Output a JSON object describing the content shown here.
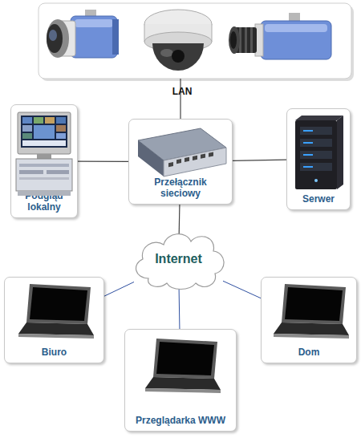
{
  "diagram": {
    "nodes": [
      {
        "text": [
          "Podgląd lokalny"
        ]
      },
      {
        "text": [
          "Przełącznik sieciowy"
        ]
      },
      {
        "text": [
          "Serwer"
        ]
      },
      {
        "text": [
          "Internet"
        ]
      },
      {
        "text": [
          "Biuro"
        ]
      },
      {
        "text": [
          "Dom"
        ]
      },
      {
        "text": [
          "Przeglądarka WWW"
        ]
      }
    ],
    "edges": [
      {
        "from": 0,
        "to": 1,
        "arrow": "none"
      },
      {
        "from": 1,
        "to": 2,
        "arrow": "none"
      },
      {
        "from": 1,
        "to": 3,
        "arrow": "none"
      },
      {
        "from": 3,
        "to": 4,
        "arrow": "none"
      },
      {
        "from": 3,
        "to": 6,
        "arrow": "none"
      },
      {
        "from": 3,
        "to": 5,
        "arrow": "none"
      }
    ],
    "labels": [
      "LAN"
    ]
  }
}
